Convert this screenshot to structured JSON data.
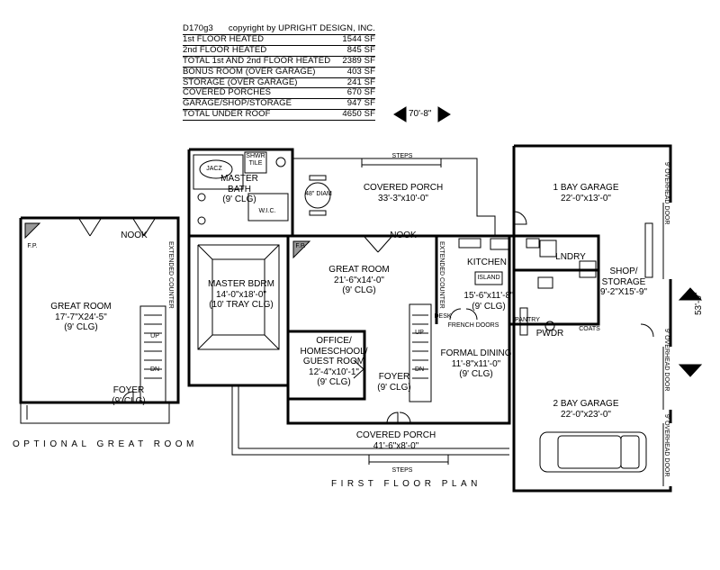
{
  "area_table": {
    "plan_id": "D170g3",
    "copyright": "copyright by UPRIGHT DESIGN, INC.",
    "rows": [
      {
        "label": "1st FLOOR HEATED",
        "value": "1544 SF"
      },
      {
        "label": "2nd FLOOR HEATED",
        "value": "845 SF"
      },
      {
        "label": "TOTAL 1st AND 2nd FLOOR HEATED",
        "value": "2389 SF"
      },
      {
        "label": "BONUS ROOM (OVER GARAGE)",
        "value": "403 SF"
      },
      {
        "label": "STORAGE (OVER GARAGE)",
        "value": "241 SF"
      },
      {
        "label": "COVERED PORCHES",
        "value": "670 SF"
      },
      {
        "label": "GARAGE/SHOP/STORAGE",
        "value": "947 SF"
      },
      {
        "label": "TOTAL UNDER ROOF",
        "value": "4650 SF"
      }
    ]
  },
  "overall_width": "70'-8\"",
  "overall_depth": "53'-0\"",
  "rooms": {
    "rear_porch": {
      "name": "COVERED PORCH",
      "size": "33'-3\"x10'-0\""
    },
    "master_bath": {
      "name": "MASTER",
      "name2": "BATH",
      "ceiling": "(9' CLG)"
    },
    "master_bdrm": {
      "name": "MASTER BDRM",
      "size": "14'-0\"x18'-0\"",
      "ceiling": "(10' TRAY CLG)"
    },
    "great_room": {
      "name": "GREAT ROOM",
      "size": "21'-6\"x14'-0\"",
      "ceiling": "(9' CLG)"
    },
    "office": {
      "line1": "OFFICE/",
      "line2": "HOMESCHOOL/",
      "line3": "GUEST ROOM",
      "size": "12'-4\"x10'-1\"",
      "ceiling": "(9' CLG)"
    },
    "foyer": {
      "name": "FOYER",
      "ceiling": "(9' CLG)"
    },
    "kitchen": {
      "name": "KITCHEN",
      "size": "15'-6\"x11'-8\"",
      "ceiling": "(9' CLG)"
    },
    "formal_dining": {
      "name": "FORMAL DINING",
      "size": "11'-8\"x11'-0\"",
      "ceiling": "(9' CLG)"
    },
    "front_porch": {
      "name": "COVERED PORCH",
      "size": "41'-6\"x8'-0\""
    },
    "garage1": {
      "name": "1 BAY GARAGE",
      "size": "22'-0\"x13'-0\""
    },
    "shop": {
      "name": "SHOP/",
      "name2": "STORAGE",
      "size": "9'-2\"X15'-9\""
    },
    "garage2": {
      "name": "2 BAY GARAGE",
      "size": "22'-0\"x23'-0\""
    },
    "lndry": {
      "name": "LNDRY"
    },
    "pwdr": {
      "name": "PWDR"
    },
    "nook": {
      "name": "NOOK"
    },
    "opt_great_room": {
      "name": "GREAT ROOM",
      "size": "17'-7\"X24'-5\"",
      "ceiling": "(9' CLG)"
    },
    "opt_foyer": {
      "name": "FOYER",
      "ceiling": "(9' CLG)"
    },
    "opt_nook": {
      "name": "NOOK"
    }
  },
  "small_labels": {
    "steps": "STEPS",
    "island": "ISLAND",
    "diam": "48\" DIAM",
    "wic": "W.I.C.",
    "jacz": "JACZ",
    "shwr": "SHWR",
    "tile": "TILE",
    "pantry": "PANTRY",
    "french_doors": "FRENCH DOORS",
    "desk": "DESK",
    "coats": "COATS",
    "up": "UP",
    "dn": "DN",
    "fp": "F.P.",
    "overhead_door": "9' OVERHEAD DOOR",
    "extended_counter": "EXTENDED COUNTER"
  },
  "captions": {
    "optional": "OPTIONAL GREAT ROOM",
    "first_floor": "FIRST FLOOR PLAN"
  }
}
